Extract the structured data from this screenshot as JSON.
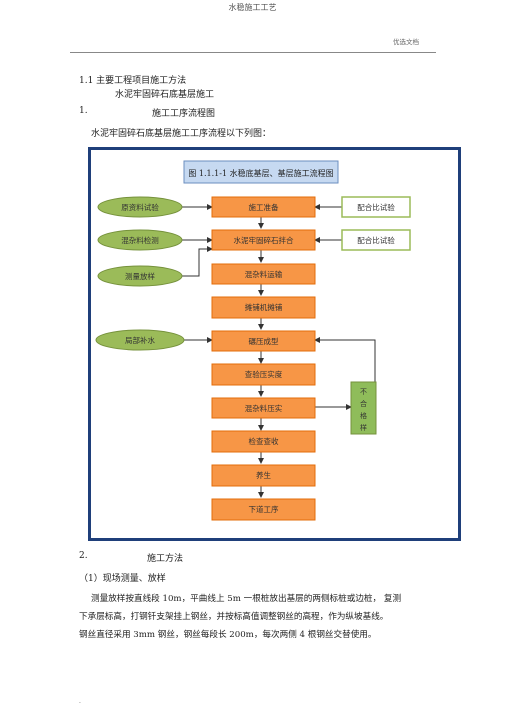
{
  "header": {
    "title": "水稳施工工艺",
    "right_label": "优选文档"
  },
  "body": {
    "sec_1_1": "1.1 主要工程项目施工方法",
    "subtitle": "水泥牢固碎石底基层施工",
    "item1_num": "1.",
    "item1_label": "施工工序流程图",
    "intro": "水泥牢固碎石底基层施工工序流程以下列图：",
    "item2_num": "2.",
    "item2_label": "施工方法",
    "sub1": "（1）现场测量、放样",
    "para1_line1": "测量放样按直线段 10m，平曲线上 5m 一根桩放出基层的两侧标桩或边桩，  复测",
    "para1_line2": "下承层标高，打钢钎支架挂上钢丝，并按标高值调整钢丝的高程，作为纵坡基线。",
    "para1_line3": "钢丝直径采用 3mm 钢丝，钢丝每段长 200m，每次两侧 4 根钢丝交替使用。"
  },
  "flowchart": {
    "title": "图 1.1.1-1 水稳底基层、基层施工流程图",
    "main_steps": [
      "施工准备",
      "水泥牢固碎石拌合",
      "混杂料运输",
      "摊铺机摊铺",
      "碾压成型",
      "查验压实度",
      "混杂料压实",
      "检查查收",
      "养生",
      "下道工序"
    ],
    "left_nodes": [
      "原资料试验",
      "混杂料检测",
      "测量放样",
      "局部补水"
    ],
    "right_nodes": [
      "配合比试验",
      "配合比试验"
    ],
    "reject_chars": [
      "不",
      "合",
      "格",
      "样"
    ],
    "colors": {
      "frame_border": "#1f3f7a",
      "main_fill": "#f79646",
      "main_border": "#e36c09",
      "oval_fill": "#9bbb59",
      "oval_border": "#76923c",
      "right_fill": "#ffffff",
      "right_border": "#9bbb59",
      "reject_fill": "#8fbc5a",
      "title_fill": "#c6d9f1"
    }
  },
  "footer": {
    "mark": "."
  }
}
